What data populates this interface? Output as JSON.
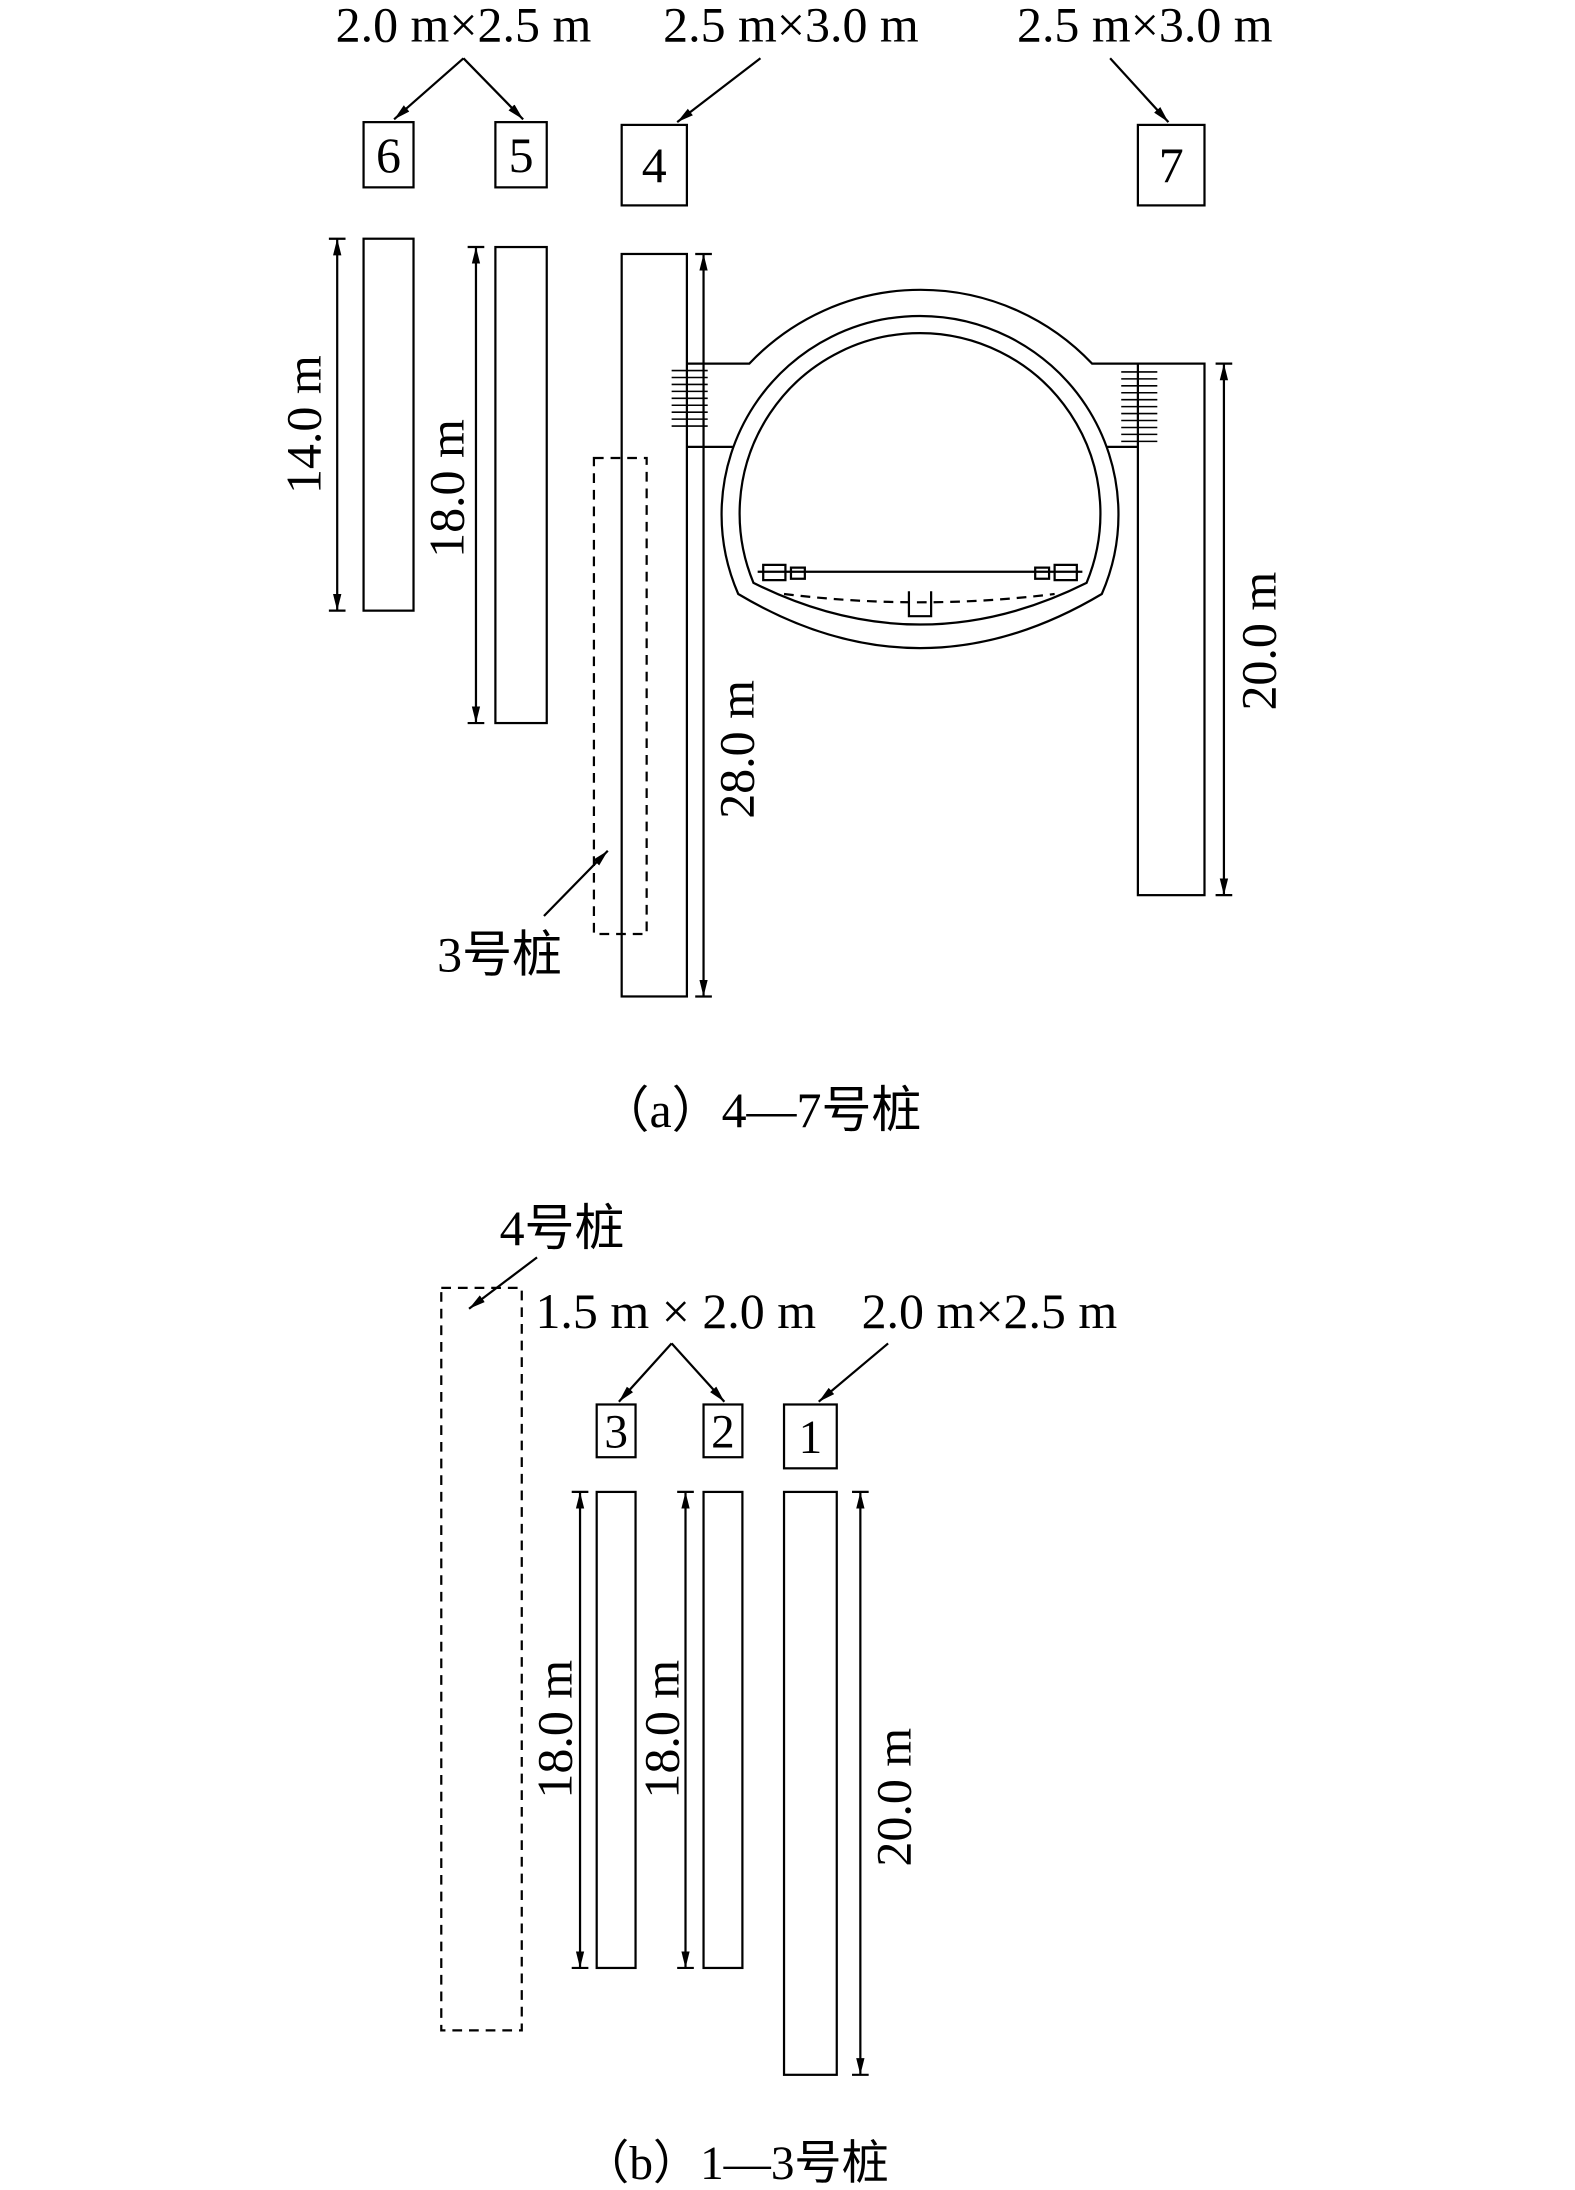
{
  "figure_a": {
    "section_label_5_6": "2.0 m×2.5 m",
    "section_label_4": "2.5 m×3.0 m",
    "section_label_7": "2.5 m×3.0 m",
    "pile_6": {
      "number": "6",
      "length": "14.0 m"
    },
    "pile_5": {
      "number": "5",
      "length": "18.0 m"
    },
    "pile_4": {
      "number": "4",
      "length": "28.0 m"
    },
    "pile_7": {
      "number": "7",
      "length": "20.0 m"
    },
    "pile_3_ref": "3号桩",
    "caption": "（a）4—7号桩"
  },
  "figure_b": {
    "pile_4_ref": "4号桩",
    "section_label_2_3": "1.5 m × 2.0 m",
    "section_label_1": "2.0 m×2.5 m",
    "pile_3": {
      "number": "3",
      "length": "18.0 m"
    },
    "pile_2": {
      "number": "2",
      "length": "18.0 m"
    },
    "pile_1": {
      "number": "1",
      "length": "20.0 m"
    },
    "caption": "（b）1—3号桩"
  }
}
